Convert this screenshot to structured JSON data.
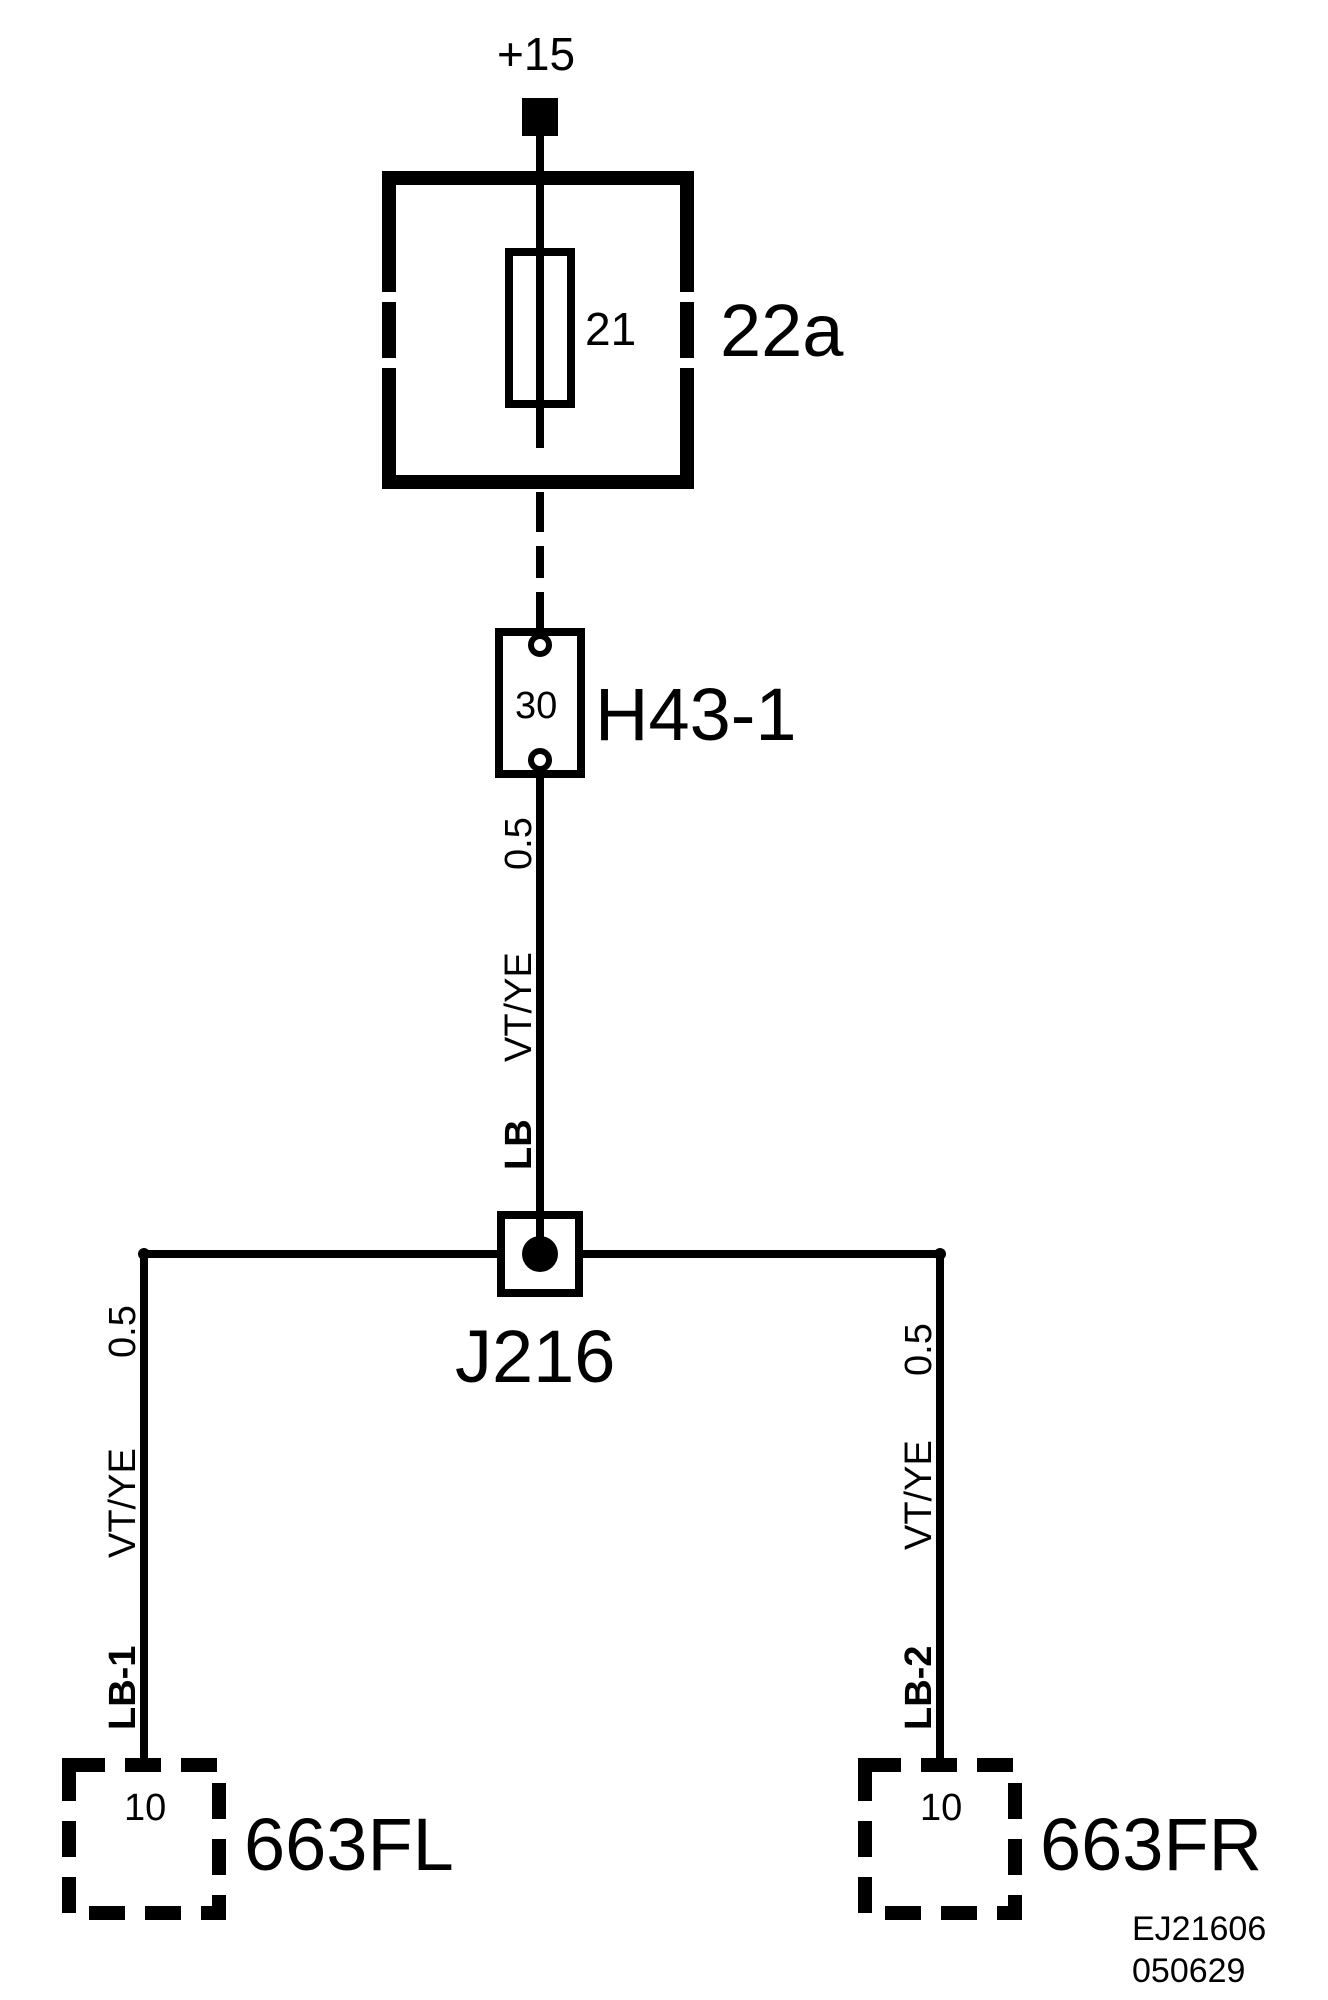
{
  "supply": {
    "label": "+15"
  },
  "fuse_box": {
    "label": "22a",
    "fuse_number": "21"
  },
  "connector": {
    "label": "H43-1",
    "pin": "30"
  },
  "junction": {
    "label": "J216"
  },
  "wires": {
    "main": {
      "harness": "LB",
      "color": "VT/YE",
      "size": "0.5"
    },
    "left": {
      "harness": "LB-1",
      "color": "VT/YE",
      "size": "0.5"
    },
    "right": {
      "harness": "LB-2",
      "color": "VT/YE",
      "size": "0.5"
    }
  },
  "components": {
    "left": {
      "label": "663FL",
      "pin": "10"
    },
    "right": {
      "label": "663FR",
      "pin": "10"
    }
  },
  "drawing_ref": {
    "code": "EJ21606",
    "date": "050629"
  }
}
